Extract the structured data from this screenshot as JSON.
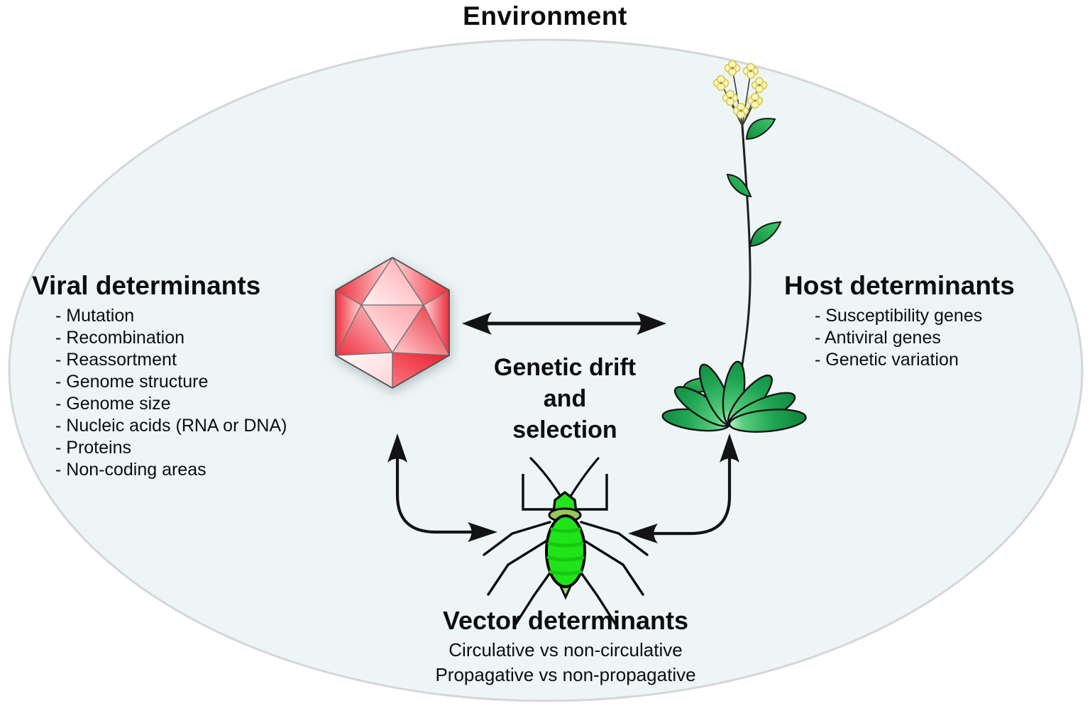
{
  "title": "Environment",
  "sections": {
    "viral": {
      "heading": "Viral determinants",
      "items": [
        "- Mutation",
        "- Recombination",
        "- Reassortment",
        "- Genome structure",
        "- Genome size",
        "- Nucleic acids (RNA or DNA)",
        "- Proteins",
        "- Non-coding areas"
      ]
    },
    "host": {
      "heading": "Host determinants",
      "items": [
        "- Susceptibility genes",
        "- Antiviral genes",
        "- Genetic variation"
      ]
    },
    "center_label": {
      "line1": "Genetic drift",
      "line2": "and",
      "line3": "selection"
    },
    "vector": {
      "heading": "Vector determinants",
      "line1": "Circulative vs non-circulative",
      "line2": "Propagative vs non-propagative"
    }
  },
  "icons": {
    "virus": "virus-capsid-icon",
    "plant": "host-plant-icon",
    "aphid": "aphid-vector-icon",
    "arrows": [
      "virus-host-double-arrow",
      "virus-vector-curved-arrow",
      "host-vector-curved-arrow"
    ]
  },
  "colors": {
    "ellipse_fill": "#edf5f6",
    "ellipse_stroke": "#d4d6da",
    "virus_red": "#ee2b39",
    "leaf_green": "#1ea452",
    "aphid_green": "#1fe41a",
    "flower_yellow": "#fbf6bd",
    "line_black": "#131313",
    "text": "#0d0d0d"
  }
}
